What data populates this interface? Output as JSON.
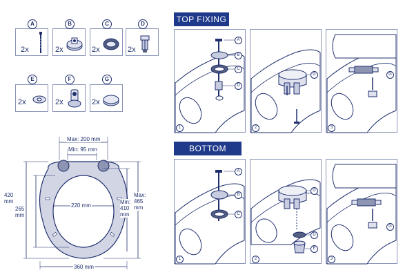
{
  "colors": {
    "ink": "#1f2f6e",
    "banner": "#1f3a8a",
    "frame": "#8a94b8"
  },
  "parts": [
    {
      "letter": "A",
      "qty": "2x",
      "icon": "bolt-icon"
    },
    {
      "letter": "B",
      "qty": "2x",
      "icon": "hinge-block-icon"
    },
    {
      "letter": "C",
      "qty": "2x",
      "icon": "rubber-washer-icon"
    },
    {
      "letter": "D",
      "qty": "2x",
      "icon": "expanding-anchor-icon"
    },
    {
      "letter": "E",
      "qty": "2x",
      "icon": "flat-washer-icon"
    },
    {
      "letter": "F",
      "qty": "2x",
      "icon": "hinge-knob-icon"
    },
    {
      "letter": "G",
      "qty": "2x",
      "icon": "cover-disc-icon"
    }
  ],
  "dimensions": {
    "max_width": "Max: 200 mm",
    "min_width": "Min: 95 mm",
    "length_420": "420\nmm",
    "length_265": "265\nmm",
    "inner_width": "220 mm",
    "min_length": "Min:\n410\nmm",
    "max_length": "Max:\n465\nmm",
    "outer_width": "360 mm"
  },
  "sections": {
    "top_title": "TOP FIXING",
    "bottom_title": "BOTTOM FIXING"
  },
  "steps": [
    "1",
    "2",
    "3"
  ],
  "callouts": {
    "top_step1": [
      "A",
      "B",
      "C",
      "D"
    ],
    "top_step2": [
      "G"
    ],
    "top_step3": [
      "G"
    ],
    "bottom_step1": [
      "A",
      "B",
      "C"
    ],
    "bottom_step2": [
      "G",
      "D",
      "E"
    ],
    "bottom_step3": [
      "G"
    ]
  }
}
